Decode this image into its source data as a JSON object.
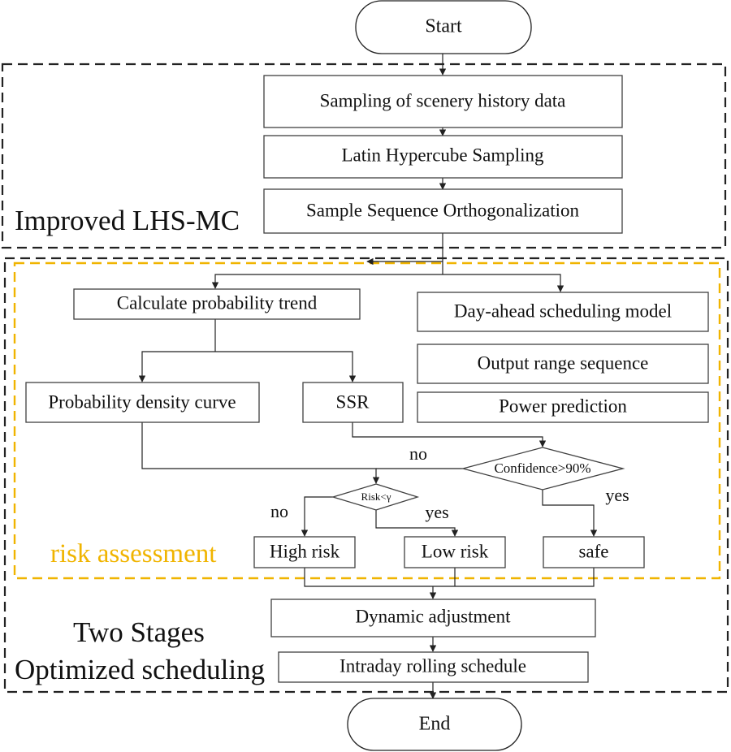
{
  "nodes": {
    "start": "Start",
    "sampling": "Sampling of scenery history data",
    "lhs": "Latin Hypercube Sampling",
    "ortho": "Sample Sequence Orthogonalization",
    "calc_prob": "Calculate probability trend",
    "day_ahead": "Day-ahead scheduling model",
    "output_range": "Output range sequence",
    "pdc": "Probability density curve",
    "ssr": "SSR",
    "power_pred": "Power prediction",
    "confidence": "Confidence>90%",
    "risk": "Risk<γ",
    "high_risk": "High risk",
    "low_risk": "Low risk",
    "safe": "safe",
    "dynamic": "Dynamic adjustment",
    "intraday": "Intraday rolling schedule",
    "end": "End"
  },
  "edge_labels": {
    "conf_no": "no",
    "conf_yes": "yes",
    "risk_no": "no",
    "risk_yes": "yes"
  },
  "regions": {
    "lhs_mc": "Improved LHS-MC",
    "risk_assessment": "risk assessment",
    "two_stages_line1": "Two Stages",
    "two_stages_line2": "Optimized scheduling"
  },
  "colors": {
    "risk_region": "#f0b400",
    "region_border": "#222222"
  }
}
